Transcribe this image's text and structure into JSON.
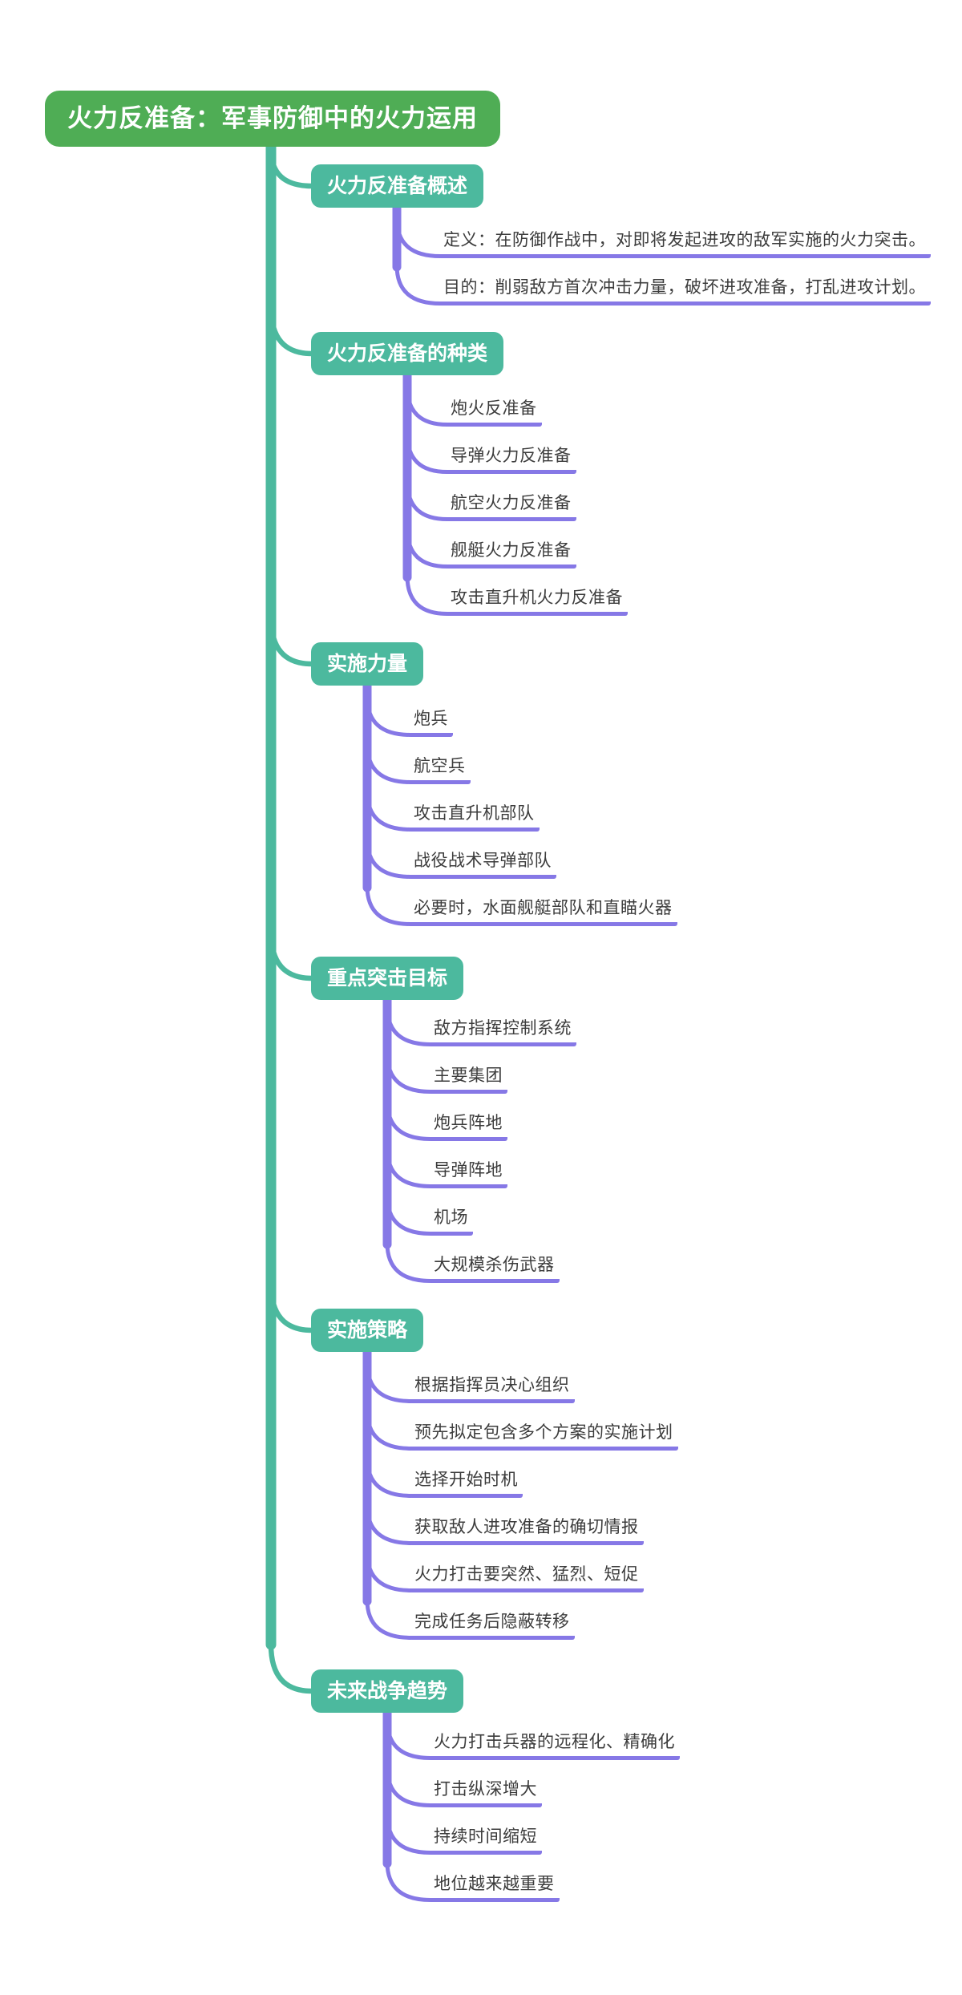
{
  "colors": {
    "root_green": "#4FAD55",
    "branch_teal": "#4CB99E",
    "connector_purple": "#8678E6",
    "leaf_text": "#3C3C3C",
    "node_text": "#FFFFFF",
    "background": "#FFFFFF"
  },
  "root": {
    "label": "火力反准备：军事防御中的火力运用"
  },
  "branches": [
    {
      "label": "火力反准备概述",
      "children": [
        "定义：在防御作战中，对即将发起进攻的敌军实施的火力突击。",
        "目的：削弱敌方首次冲击力量，破坏进攻准备，打乱进攻计划。"
      ]
    },
    {
      "label": "火力反准备的种类",
      "children": [
        "炮火反准备",
        "导弹火力反准备",
        "航空火力反准备",
        "舰艇火力反准备",
        "攻击直升机火力反准备"
      ]
    },
    {
      "label": "实施力量",
      "children": [
        "炮兵",
        "航空兵",
        "攻击直升机部队",
        "战役战术导弹部队",
        "必要时，水面舰艇部队和直瞄火器"
      ]
    },
    {
      "label": "重点突击目标",
      "children": [
        "敌方指挥控制系统",
        "主要集团",
        "炮兵阵地",
        "导弹阵地",
        "机场",
        "大规模杀伤武器"
      ]
    },
    {
      "label": "实施策略",
      "children": [
        "根据指挥员决心组织",
        "预先拟定包含多个方案的实施计划",
        "选择开始时机",
        "获取敌人进攻准备的确切情报",
        "火力打击要突然、猛烈、短促",
        "完成任务后隐蔽转移"
      ]
    },
    {
      "label": "未来战争趋势",
      "children": [
        "火力打击兵器的远程化、精确化",
        "打击纵深增大",
        "持续时间缩短",
        "地位越来越重要"
      ]
    }
  ]
}
